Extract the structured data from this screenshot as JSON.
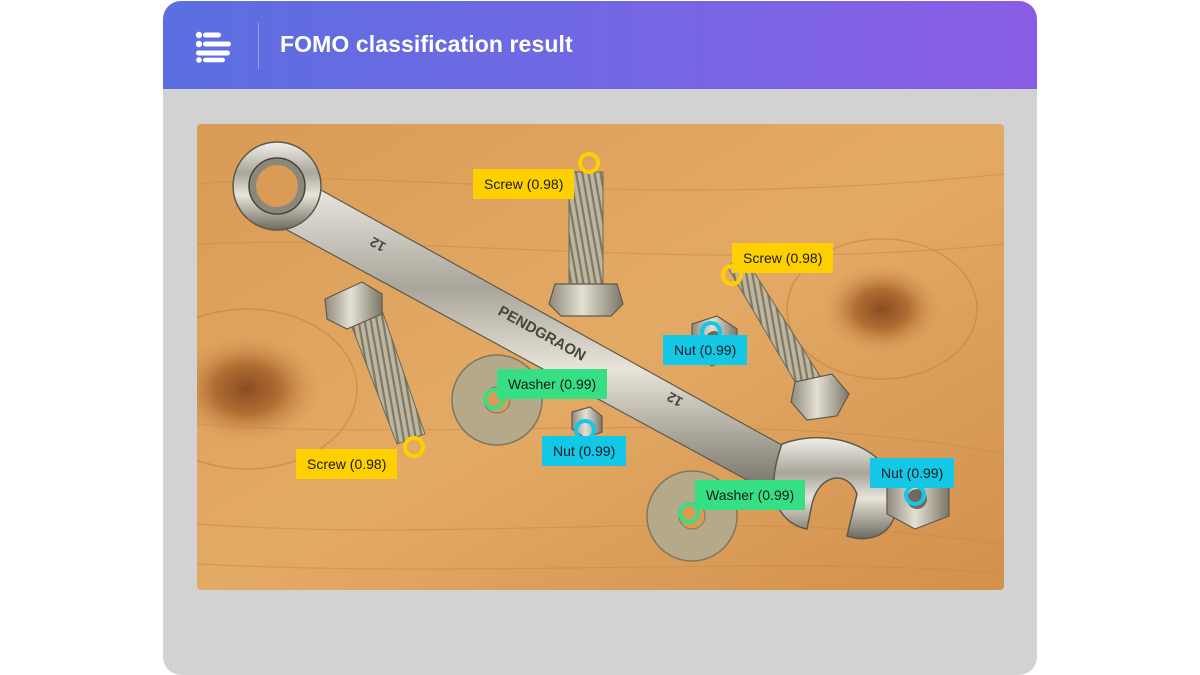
{
  "header": {
    "title": "FOMO classification result",
    "logo_icon": "menu-bars-logo-icon",
    "colors": {
      "gradient_start": "#5b6fe0",
      "gradient_end": "#8a5ce6"
    }
  },
  "photo": {
    "wrench_engraving_brand": "PENDGRAON",
    "wrench_size_marks": [
      "12",
      "12"
    ]
  },
  "detections": [
    {
      "class": "Screw",
      "label": "Screw (0.98)",
      "color": "#ffd000"
    },
    {
      "class": "Screw",
      "label": "Screw (0.98)",
      "color": "#ffd000"
    },
    {
      "class": "Screw",
      "label": "Screw (0.98)",
      "color": "#ffd000"
    },
    {
      "class": "Nut",
      "label": "Nut (0.99)",
      "color": "#13c7e6"
    },
    {
      "class": "Washer",
      "label": "Washer (0.99)",
      "color": "#36df84"
    },
    {
      "class": "Nut",
      "label": "Nut (0.99)",
      "color": "#13c7e6"
    },
    {
      "class": "Nut",
      "label": "Nut (0.99)",
      "color": "#13c7e6"
    },
    {
      "class": "Washer",
      "label": "Washer (0.99)",
      "color": "#36df84"
    }
  ]
}
